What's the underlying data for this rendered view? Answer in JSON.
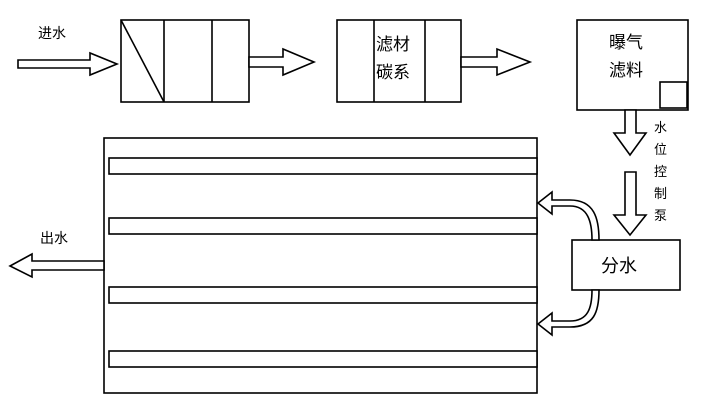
{
  "labels": {
    "inlet": "进水",
    "filter_media_1": "滤材",
    "filter_media_2": "碳系",
    "aeration_1": "曝气",
    "aeration_2": "滤料",
    "pump": [
      "水",
      "位",
      "控",
      "制",
      "泵"
    ],
    "distribution": "分水",
    "outlet": "出水"
  }
}
